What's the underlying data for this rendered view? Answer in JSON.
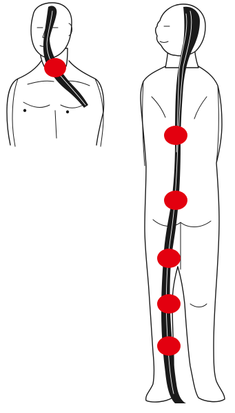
{
  "figure": {
    "marker_color": "#e3000f",
    "line_color": "#1a1a1a",
    "background": "#ffffff",
    "views": [
      "front-upper-body",
      "back-full-body"
    ],
    "markers": [
      {
        "id": "neck",
        "view": "front-upper-body"
      },
      {
        "id": "upper-back",
        "view": "back-full-body"
      },
      {
        "id": "lower-back",
        "view": "back-full-body"
      },
      {
        "id": "thigh",
        "view": "back-full-body"
      },
      {
        "id": "knee",
        "view": "back-full-body"
      },
      {
        "id": "calf",
        "view": "back-full-body"
      }
    ]
  }
}
